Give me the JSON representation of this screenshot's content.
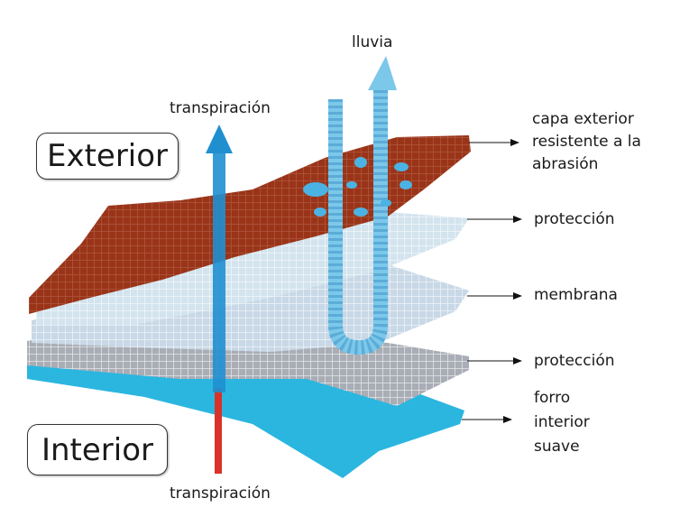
{
  "title_top": "lluvia",
  "transpiration_top": "transpiración",
  "transpiration_bottom": "transpiración",
  "exterior_label": "Exterior",
  "interior_label": "Interior",
  "layers": [
    {
      "label": "capa exterior\nresistente a la\nabrasión",
      "color": "#9a3418"
    },
    {
      "label": "protección",
      "color": "#d3e4ee"
    },
    {
      "label": "membrana",
      "color": "#c8d8e6"
    },
    {
      "label": "protección",
      "color": "#a9adb5"
    },
    {
      "label": "forro\ninterior\nsuave",
      "color": "#2bb6e0"
    }
  ],
  "colors": {
    "vapor_arrow": "#1f8fd0",
    "vapor_arrow_bottom": "#d9322a",
    "rain_arrow": "#7cc8ea"
  }
}
